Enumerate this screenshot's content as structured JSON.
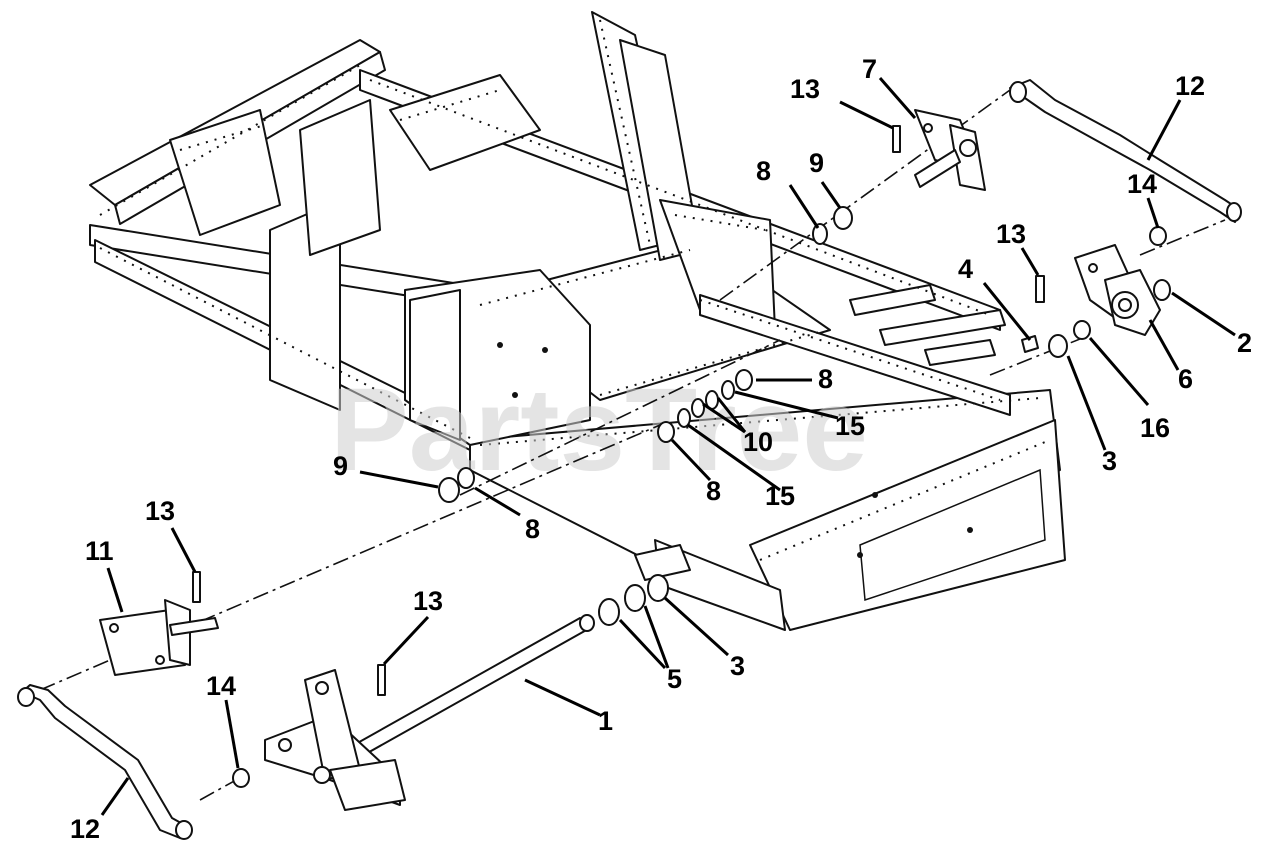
{
  "watermark": "PartsTree",
  "callouts": {
    "c1": "1",
    "c2": "2",
    "c3a": "3",
    "c3b": "3",
    "c4": "4",
    "c5": "5",
    "c6": "6",
    "c7": "7",
    "c8a": "8",
    "c8b": "8",
    "c8c": "8",
    "c8d": "8",
    "c9a": "9",
    "c9b": "9",
    "c10": "10",
    "c11": "11",
    "c12a": "12",
    "c12b": "12",
    "c13a": "13",
    "c13b": "13",
    "c13c": "13",
    "c13d": "13",
    "c14a": "14",
    "c14b": "14",
    "c15a": "15",
    "c15b": "15",
    "c16": "16"
  }
}
